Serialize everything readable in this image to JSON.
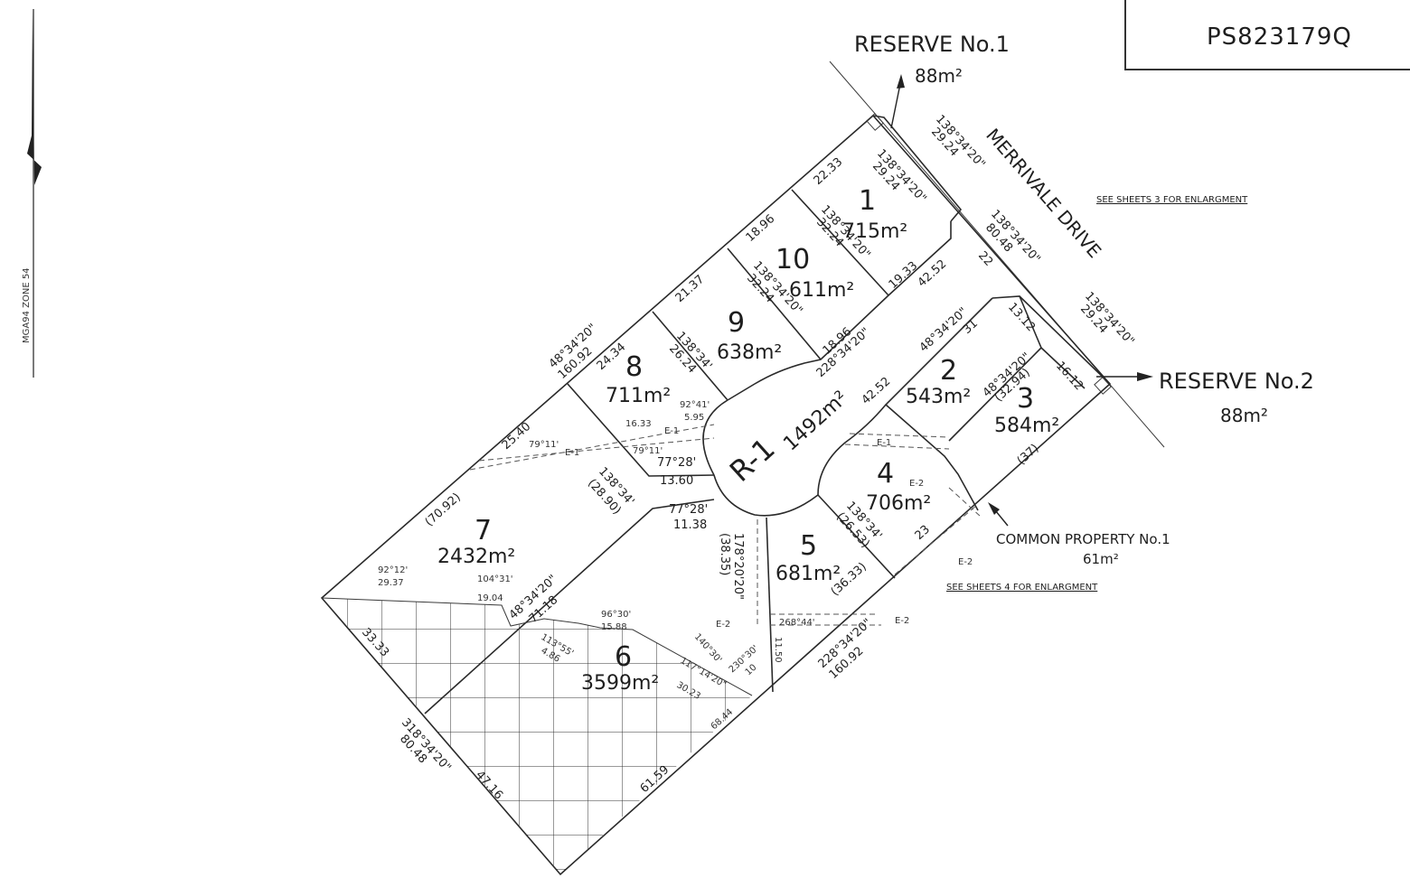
{
  "plan_number": "PS823179Q",
  "north_arrow": {
    "label": "MGA94 ZONE 54"
  },
  "road": {
    "name": "MERRIVALE DRIVE"
  },
  "reserves": [
    {
      "label": "RESERVE No.1",
      "area": "88m²"
    },
    {
      "label": "RESERVE No.2",
      "area": "88m²"
    }
  ],
  "common_property": {
    "label": "COMMON PROPERTY No.1",
    "area": "61m²"
  },
  "notes": {
    "sheet3": "SEE SHEETS 3 FOR ENLARGMENT",
    "sheet4": "SEE SHEETS 4 FOR ENLARGMENT"
  },
  "road_lot": {
    "label": "R-1",
    "area": "1492m²"
  },
  "lots": [
    {
      "number": "1",
      "area": "715m²"
    },
    {
      "number": "2",
      "area": "543m²"
    },
    {
      "number": "3",
      "area": "584m²"
    },
    {
      "number": "4",
      "area": "706m²"
    },
    {
      "number": "5",
      "area": "681m²"
    },
    {
      "number": "6",
      "area": "3599m²"
    },
    {
      "number": "7",
      "area": "2432m²"
    },
    {
      "number": "8",
      "area": "711m²"
    },
    {
      "number": "9",
      "area": "638m²"
    },
    {
      "number": "10",
      "area": "611m²"
    }
  ],
  "dimensions": {
    "nw_bearing": "48°34'20\"",
    "nw_length": "160.92",
    "se_bearing": "228°34'20\"",
    "se_length": "160.92",
    "sw_bearing": "318°34'20\"",
    "sw_length": "80.48",
    "ne_bearing": "138°34'20\"",
    "ne_length": "80.48",
    "road_top_bearing": "138°34'20\"",
    "road_top_length": "29.24",
    "road_bot_bearing": "138°34'20\"",
    "road_bot_length": "29.24",
    "lot1_side_bearing": "138°34'20\"",
    "lot1_side_length": "29.24",
    "lot1_top": "22.33",
    "lot1_bottom": "19.33",
    "lot1_chord": "42.52",
    "lot10_top": "18.96",
    "lot10_bottom": "18.96",
    "lot10_side_bearing": "138°34'20\"",
    "lot10_side_length": "32.24",
    "lot9_top": "21.37",
    "lot9_side_bearing": "138°34'20\"",
    "lot9_side_length": "32.24",
    "lot8_top": "24.34",
    "lot8_side_bearing": "138°34'",
    "lot8_side_length": "26.24",
    "lot8_angle": "92°41'",
    "lot8_front": "5.95",
    "e1_length": "16.33",
    "e1_angle": "79°11'",
    "e1_angle2": "79°11'",
    "lot7_25": "25.40",
    "lot7_side": "(70.92)",
    "lot78_bearing": "138°34'",
    "lot78_length": "(28.90)",
    "lot8_77": "77°28'",
    "lot8_1360": "13.60",
    "lot6_77": "77°28'",
    "lot6_1138": "11.38",
    "lot5_bearing": "178°20'20\"",
    "lot5_length": "(38.35)",
    "lot2_bearing": "48°34'20\"",
    "lot2_31": "31",
    "lot2_1312": "13.12",
    "lot23_bearing": "48°34'20\"",
    "lot23_len": "(32.94)",
    "lot3_1612": "16.12",
    "lot3_37": "(37)",
    "lot2_4252": "42.52",
    "lot4_23": "23",
    "lot45_bearing": "138°34'",
    "lot45_len": "(26.53)",
    "lot5_3633": "(36.33)",
    "lot5_26844": "268°44'",
    "lot7_9212": "92°12'",
    "lot7_2937": "29.37",
    "lot7_10431": "104°31'",
    "lot7_1904": "19.04",
    "lot67_bearing": "48°34'20\"",
    "lot67_len": "71.18",
    "lot6_9630": "96°30'",
    "lot6_1588": "15.88",
    "lot6_11355": "113°55'",
    "lot6_486": "4.86",
    "lot6_11714": "117°14'20\"",
    "lot6_3023": "30.23",
    "lot6_14030": "140°30'",
    "lot6_23030": "230°30'",
    "lot6_10": "10",
    "lot6_1150": "11.50",
    "lot7_3333": "33.33",
    "lot6_4716": "47.16",
    "lot6_6159": "61.59",
    "lot6_6844": "68.44",
    "lot1_22": "22",
    "e1": "E-1",
    "e2": "E-2",
    "w3": "3"
  }
}
